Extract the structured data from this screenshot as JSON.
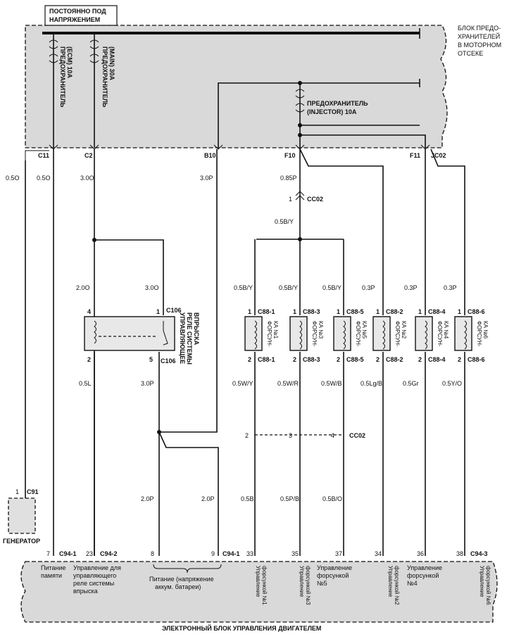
{
  "top_label": [
    "ПОСТОЯННО ПОД",
    "НАПРЯЖЕНИЕМ"
  ],
  "fuse_block_label": [
    "БЛОК ПРЕДО-",
    "ХРАНИТЕЛЕЙ",
    "В МОТОРНОМ",
    "ОТСЕКЕ"
  ],
  "fuse_ecm": [
    "ПРЕДОХРАНИТЕЛЬ",
    "(ECM) 10A"
  ],
  "fuse_main": [
    "ПРЕДОХРАНИТЕЛЬ",
    "(MAIN) 30A"
  ],
  "fuse_injector": [
    "ПРЕДОХРАНИТЕЛЬ",
    "(INJECTOR) 10A"
  ],
  "fuse_pins": {
    "c11": "C11",
    "c2": "C2",
    "b10": "B10",
    "f10": "F10",
    "f11": "F11",
    "jc02": "JC02"
  },
  "wires": {
    "w050": "0.5O",
    "w050b": "0.5O",
    "w30o": "3.0O",
    "w30p": "3.0P",
    "w085p": "0.85P",
    "w05by": "0.5B/Y",
    "w20o": "2.0O",
    "w30o2": "3.0O",
    "inj_in": [
      "0.5B/Y",
      "0.5B/Y",
      "0.5B/Y",
      "0.3P",
      "0.3P",
      "0.3P"
    ],
    "inj_out": [
      "0.5W/Y",
      "0.5W/R",
      "0.5W/B",
      "0.5Lg/B",
      "0.5Gr",
      "0.5Y/O"
    ],
    "w05l": "0.5L",
    "w30p2": "3.0P",
    "w20p": "2.0P",
    "w20p2": "2.0P",
    "w05b": "0.5B",
    "w05pb": "0.5P/B",
    "w05bo": "0.5B/O"
  },
  "cc02_top": {
    "pin": "1",
    "name": "CC02"
  },
  "cc02_mid": {
    "pins": [
      "2",
      "3",
      "4"
    ],
    "name": "CC02"
  },
  "relay": {
    "c106": "C106",
    "pin4": "4",
    "pin1": "1",
    "pin2": "2",
    "pin5": "5",
    "c106b": "C106",
    "label": [
      "УПРАВЛЯЮЩЕЕ",
      "РЕЛЕ СИСТЕМЫ",
      "ВПРЫСКА"
    ]
  },
  "injectors": [
    {
      "conn": "C88-1",
      "name": [
        "ФОРСУН-",
        "КА №1"
      ]
    },
    {
      "conn": "C88-3",
      "name": [
        "ФОРСУН-",
        "КА №3"
      ]
    },
    {
      "conn": "C88-5",
      "name": [
        "ФОРСУН-",
        "КА №5"
      ]
    },
    {
      "conn": "C88-2",
      "name": [
        "ФОРСУН-",
        "КА №2"
      ]
    },
    {
      "conn": "C88-4",
      "name": [
        "ФОРСУН-",
        "КА №4"
      ]
    },
    {
      "conn": "C88-6",
      "name": [
        "ФОРСУН-",
        "КА №6"
      ]
    }
  ],
  "inj_pin1": "1",
  "inj_pin2": "2",
  "generator": {
    "pin": "1",
    "conn": "C91",
    "label": "ГЕНЕРАТОР"
  },
  "ecu_pins": [
    "7",
    "23",
    "8",
    "9",
    "33",
    "35",
    "37",
    "34",
    "36",
    "38"
  ],
  "ecu_conns": {
    "c941": "C94-1",
    "c942": "C94-2",
    "c941b": "C94-1",
    "c943": "C94-3"
  },
  "ecu_funcs": {
    "mem": [
      "Питание",
      "памяти"
    ],
    "relay": [
      "Управление для",
      "управляющего",
      "реле системы",
      "впрыска"
    ],
    "power": [
      "Питание (напряжение",
      "аккум. батареи)"
    ],
    "inj5": [
      "Управление",
      "форсункой",
      "№5"
    ],
    "inj4": [
      "Управление",
      "форсункой",
      "№4"
    ],
    "v1": [
      "Управление",
      "форсункой №1"
    ],
    "v3": [
      "Управление",
      "форсункой №3"
    ],
    "v2": [
      "Управление",
      "форсункой №2"
    ],
    "v6": [
      "Управление",
      "форсункой №6"
    ]
  },
  "ecu_label": "ЭЛЕКТРОННЫЙ БЛОК УПРАВЛЕНИЯ ДВИГАТЕЛЕМ"
}
